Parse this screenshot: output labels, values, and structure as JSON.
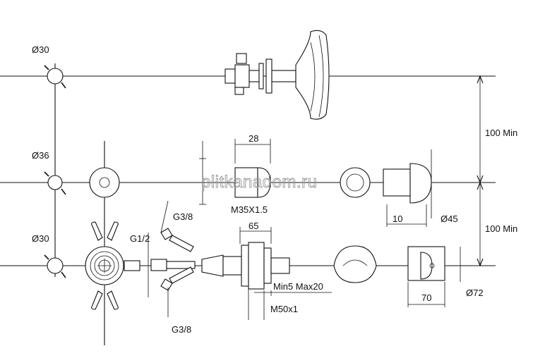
{
  "watermark": "plitkanadom.ru",
  "labels": {
    "d30_top": "Ø30",
    "d36": "Ø36",
    "d30_bottom": "Ø30",
    "g38_top": "G3/8",
    "g12": "G1/2",
    "g38_bottom": "G3/8",
    "w28": "28",
    "m35": "M35X1.5",
    "w65": "65",
    "min5max20": "Min5 Max20",
    "m50": "M50x1",
    "w10": "10",
    "d45": "Ø45",
    "w70": "70",
    "d72": "Ø72",
    "min100_top": "100 Min",
    "min100_bottom": "100 Min"
  },
  "colors": {
    "line": "#111111",
    "watermark": "#9a9a9a",
    "background": "#ffffff"
  }
}
